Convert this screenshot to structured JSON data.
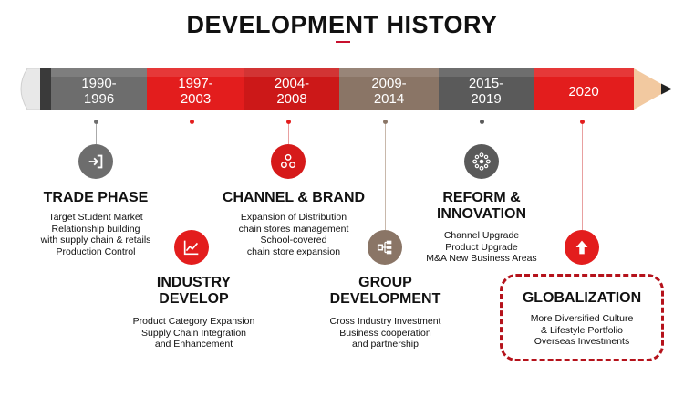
{
  "title": "DEVELOPMENT HISTORY",
  "colors": {
    "accent": "#c8102e",
    "gray": "#6d6d6d",
    "dark_gray": "#5a5a5a",
    "red": "#e31d1d",
    "brown": "#8a7566"
  },
  "periods": [
    {
      "label": "1990-\n1996",
      "heading": "TRADE PHASE",
      "icon": "exit-arrow-icon",
      "description": "Target Student Market\nRelationship building\nwith supply chain & retails\nProduction Control"
    },
    {
      "label": "1997-\n2003",
      "heading": "INDUSTRY\nDEVELOP",
      "icon": "line-chart-icon",
      "description": "Product Category Expansion\nSupply Chain Integration\nand Enhancement"
    },
    {
      "label": "2004-\n2008",
      "heading": "CHANNEL & BRAND",
      "icon": "network-nodes-icon",
      "description": "Expansion of Distribution\nchain stores management\nSchool-covered\nchain store expansion"
    },
    {
      "label": "2009-\n2014",
      "heading": "GROUP\nDEVELOPMENT",
      "icon": "org-structure-icon",
      "description": "Cross Industry Investment\nBusiness cooperation\nand partnership"
    },
    {
      "label": "2015-\n2019",
      "heading": "REFORM &\nINNOVATION",
      "icon": "hub-network-icon",
      "description": "Channel Upgrade\nProduct Upgrade\nM&A New Business Areas"
    },
    {
      "label": "2020",
      "heading": "GLOBALIZATION",
      "icon": "up-arrow-icon",
      "description": "More Diversified Culture\n& Lifestyle Portfolio\nOverseas Investments"
    }
  ]
}
